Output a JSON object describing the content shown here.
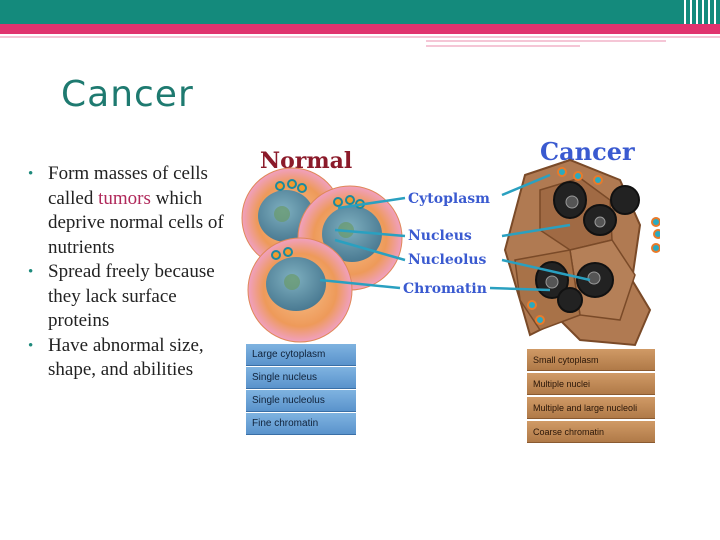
{
  "slide": {
    "title": "Cancer",
    "bullets": [
      {
        "before": "Form masses of cells called ",
        "highlight": "tumors",
        "after": " which deprive normal cells of nutrients"
      },
      {
        "before": "Spread freely because they lack surface proteins",
        "highlight": "",
        "after": ""
      },
      {
        "before": "Have abnormal size, shape, and abilities",
        "highlight": "",
        "after": ""
      }
    ]
  },
  "figure": {
    "normal_heading": "Normal",
    "cancer_heading": "Cancer",
    "center_labels": [
      "Cytoplasm",
      "Nucleus",
      "Nucleolus",
      "Chromatin"
    ],
    "normal_traits": [
      "Large cytoplasm",
      "Single nucleus",
      "Single nucleolus",
      "Fine chromatin"
    ],
    "cancer_traits": [
      "Small cytoplasm",
      "Multiple nuclei",
      "Multiple and large nucleoli",
      "Coarse chromatin"
    ],
    "colors": {
      "teal": "#148a7c",
      "pink": "#e0336e",
      "label_red": "#8b1a2a",
      "label_blue": "#3a5ad0",
      "normal_cell": "#e88a4a",
      "cancer_cell": "#b07a52"
    }
  }
}
